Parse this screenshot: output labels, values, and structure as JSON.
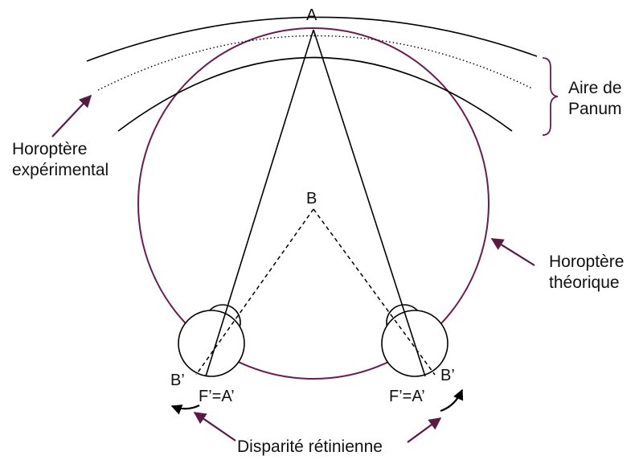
{
  "points": {
    "a": "A",
    "b": "B",
    "b_prime_left": "B’",
    "b_prime_right": "B’",
    "fa_left": "F’=A’",
    "fa_right": "F’=A’"
  },
  "labels": {
    "aire_line1": "Aire de",
    "aire_line2": "Panum",
    "horo_exp_line1": "Horoptère",
    "horo_exp_line2": "expérimental",
    "horo_theo_line1": "Horoptère",
    "horo_theo_line2": "théorique",
    "disparite": "Disparité rétinienne"
  },
  "colors": {
    "line": "#000000",
    "circle": "#6b1b4e",
    "arrow": "#5a1a45"
  }
}
